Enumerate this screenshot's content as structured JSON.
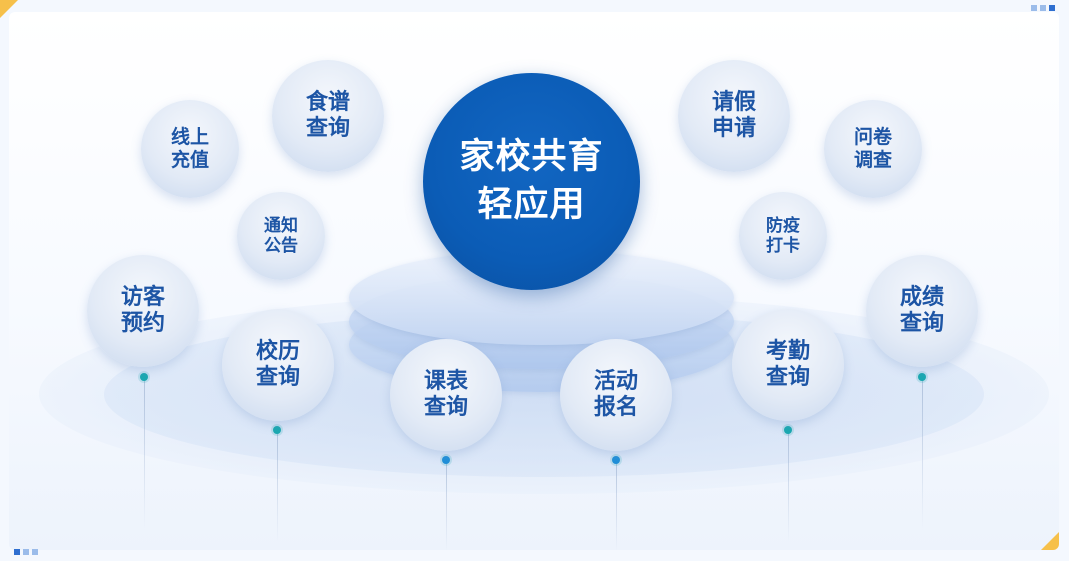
{
  "hub": {
    "line1": "家校共育",
    "line2": "轻应用"
  },
  "items": [
    {
      "id": "shipu",
      "line1": "食谱",
      "line2": "查询"
    },
    {
      "id": "xianshang",
      "line1": "线上",
      "line2": "充值"
    },
    {
      "id": "tongzhi",
      "line1": "通知",
      "line2": "公告"
    },
    {
      "id": "fangke",
      "line1": "访客",
      "line2": "预约"
    },
    {
      "id": "xiaoli",
      "line1": "校历",
      "line2": "查询"
    },
    {
      "id": "kebiao",
      "line1": "课表",
      "line2": "查询"
    },
    {
      "id": "huodong",
      "line1": "活动",
      "line2": "报名"
    },
    {
      "id": "kaoqin",
      "line1": "考勤",
      "line2": "查询"
    },
    {
      "id": "chengji",
      "line1": "成绩",
      "line2": "查询"
    },
    {
      "id": "fangyi",
      "line1": "防疫",
      "line2": "打卡"
    },
    {
      "id": "qingjia",
      "line1": "请假",
      "line2": "申请"
    },
    {
      "id": "wenjuan",
      "line1": "问卷",
      "line2": "调查"
    }
  ],
  "colors": {
    "hub": "#0b5cb6",
    "bubble_text": "#1d55a5",
    "pin": "#1aa8b0",
    "corner": "#f6c04a",
    "dot_dark": "#2f6fd0",
    "dot_light": "#9bbcea"
  }
}
